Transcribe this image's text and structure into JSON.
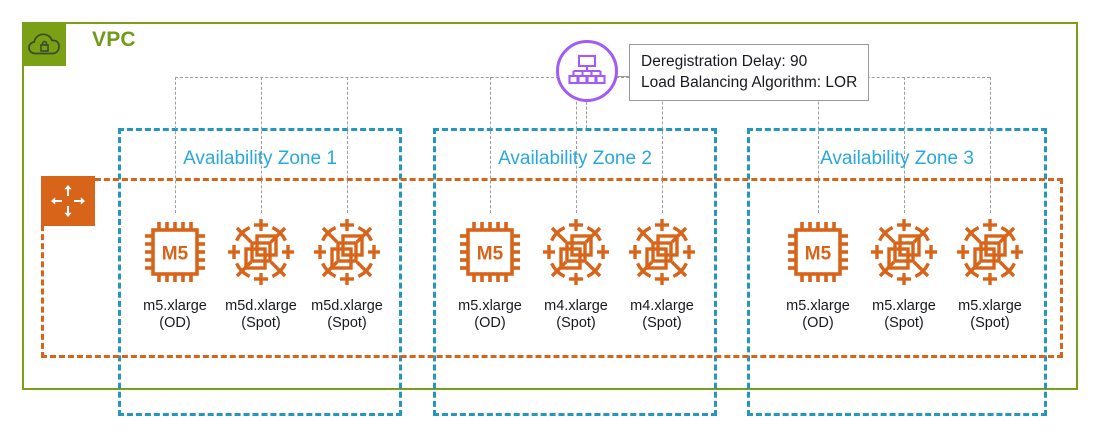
{
  "diagram": {
    "vpc": {
      "title": "VPC",
      "icon": "vpc-cloud-lock-icon",
      "color": "#7AA116"
    },
    "auto_scaling_group": {
      "icon": "auto-scaling-group-icon",
      "color": "#D8641A"
    },
    "load_balancer": {
      "icon": "load-balancer-icon",
      "color": "#A05CF5",
      "callout": {
        "line1": "Deregistration Delay: 90",
        "line2": "Load Balancing Algorithm: LOR"
      }
    },
    "availability_zones": [
      {
        "label": "Availability Zone 1",
        "instances": [
          {
            "icon": "ec2-instance-icon",
            "chip_text": "M5",
            "type": "m5.xlarge",
            "purchase": "(OD)"
          },
          {
            "icon": "ec2-spot-instance-icon",
            "chip_text": "",
            "type": "m5d.xlarge",
            "purchase": "(Spot)"
          },
          {
            "icon": "ec2-spot-instance-icon",
            "chip_text": "",
            "type": "m5d.xlarge",
            "purchase": "(Spot)"
          }
        ]
      },
      {
        "label": "Availability Zone 2",
        "instances": [
          {
            "icon": "ec2-instance-icon",
            "chip_text": "M5",
            "type": "m5.xlarge",
            "purchase": "(OD)"
          },
          {
            "icon": "ec2-spot-instance-icon",
            "chip_text": "",
            "type": "m4.xlarge",
            "purchase": "(Spot)"
          },
          {
            "icon": "ec2-spot-instance-icon",
            "chip_text": "",
            "type": "m4.xlarge",
            "purchase": "(Spot)"
          }
        ]
      },
      {
        "label": "Availability Zone 3",
        "instances": [
          {
            "icon": "ec2-instance-icon",
            "chip_text": "M5",
            "type": "m5.xlarge",
            "purchase": "(OD)"
          },
          {
            "icon": "ec2-spot-instance-icon",
            "chip_text": "",
            "type": "m5.xlarge",
            "purchase": "(Spot)"
          },
          {
            "icon": "ec2-spot-instance-icon",
            "chip_text": "",
            "type": "m5.xlarge",
            "purchase": "(Spot)"
          }
        ]
      }
    ]
  }
}
